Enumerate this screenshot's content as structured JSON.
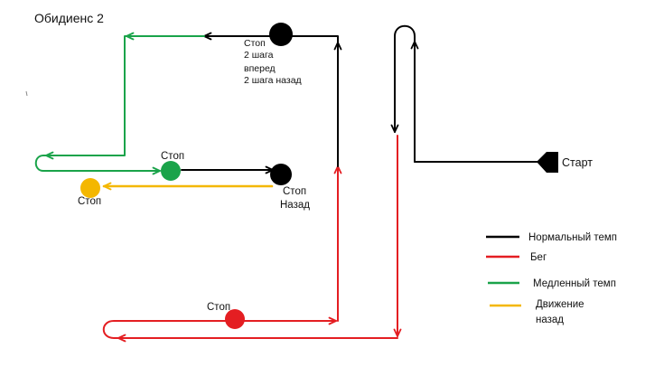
{
  "title": "Обидиенс 2",
  "start_label": "Старт",
  "stops": {
    "top": {
      "lines": [
        "Стоп",
        "2 шага",
        "вперед",
        "2 шага назад"
      ]
    },
    "green": "Стоп",
    "right": {
      "lines": [
        "Стоп",
        "Назад"
      ]
    },
    "yellow": "Стоп",
    "red": "Стоп"
  },
  "legend": [
    {
      "lines": [
        "Нормальный темп"
      ],
      "color": "#000000"
    },
    {
      "lines": [
        "Бег"
      ],
      "color": "#e41e22"
    },
    {
      "lines": [
        "Медленный темп"
      ],
      "color": "#1aa34a"
    },
    {
      "lines": [
        "Движение",
        "назад"
      ],
      "color": "#f4b700"
    }
  ]
}
